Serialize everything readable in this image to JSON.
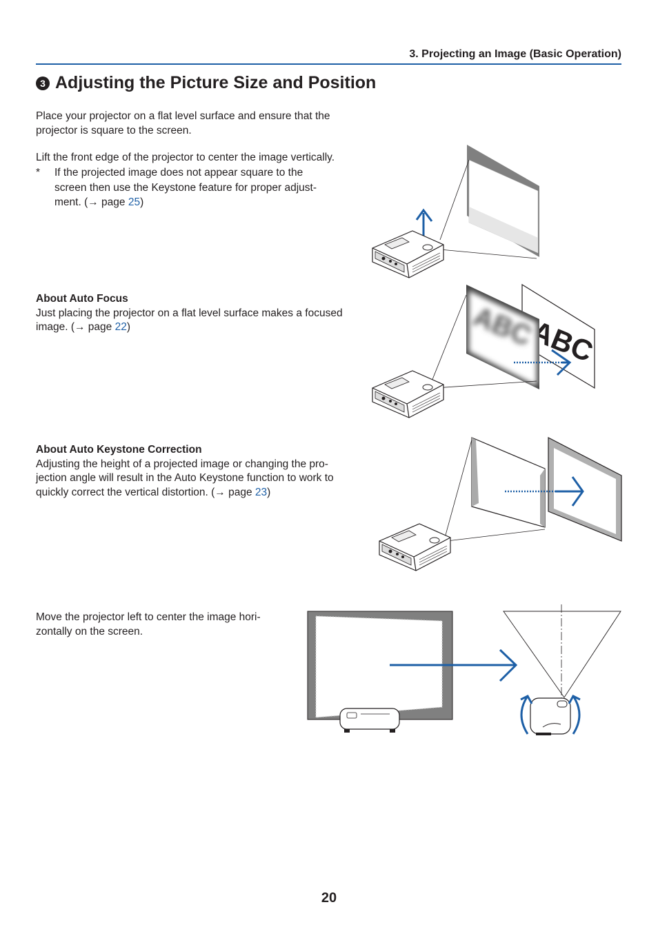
{
  "header": {
    "chapter": "3. Projecting an Image (Basic Operation)"
  },
  "section": {
    "step": "3",
    "title": "Adjusting the Picture Size and Position"
  },
  "intro": {
    "p1_line1": "Place your projector on a flat level surface and ensure that the",
    "p1_line2": "projector is square to the screen.",
    "p2": "Lift the front edge of the projector to center the image vertically.",
    "note_marker": "*",
    "note_line1": "If the projected image does not appear square to the",
    "note_line2": "screen then use the Keystone feature for proper adjust-",
    "note_line3_pre": "ment. (→ page ",
    "note_link": "25",
    "note_line3_post": ")"
  },
  "auto_focus": {
    "heading": "About Auto Focus",
    "line1": "Just placing the projector on a flat level surface makes a focused",
    "line2_pre": "image. (→ page ",
    "link": "22",
    "line2_post": ")"
  },
  "auto_keystone": {
    "heading": "About Auto Keystone Correction",
    "line1": "Adjusting the height of a projected image or changing the pro-",
    "line2": "jection angle will result in the Auto Keystone function to work to",
    "line3_pre": "quickly correct the vertical distortion. (→ page ",
    "link": "23",
    "line3_post": ")"
  },
  "horizontal": {
    "line1": "Move the projector left to center the image hori-",
    "line2": "zontally on the screen."
  },
  "figures": {
    "blurry_text": "ABC",
    "sharp_text": "ABC"
  },
  "page_number": "20",
  "colors": {
    "accent": "#1d5fa6",
    "text": "#231f20"
  }
}
